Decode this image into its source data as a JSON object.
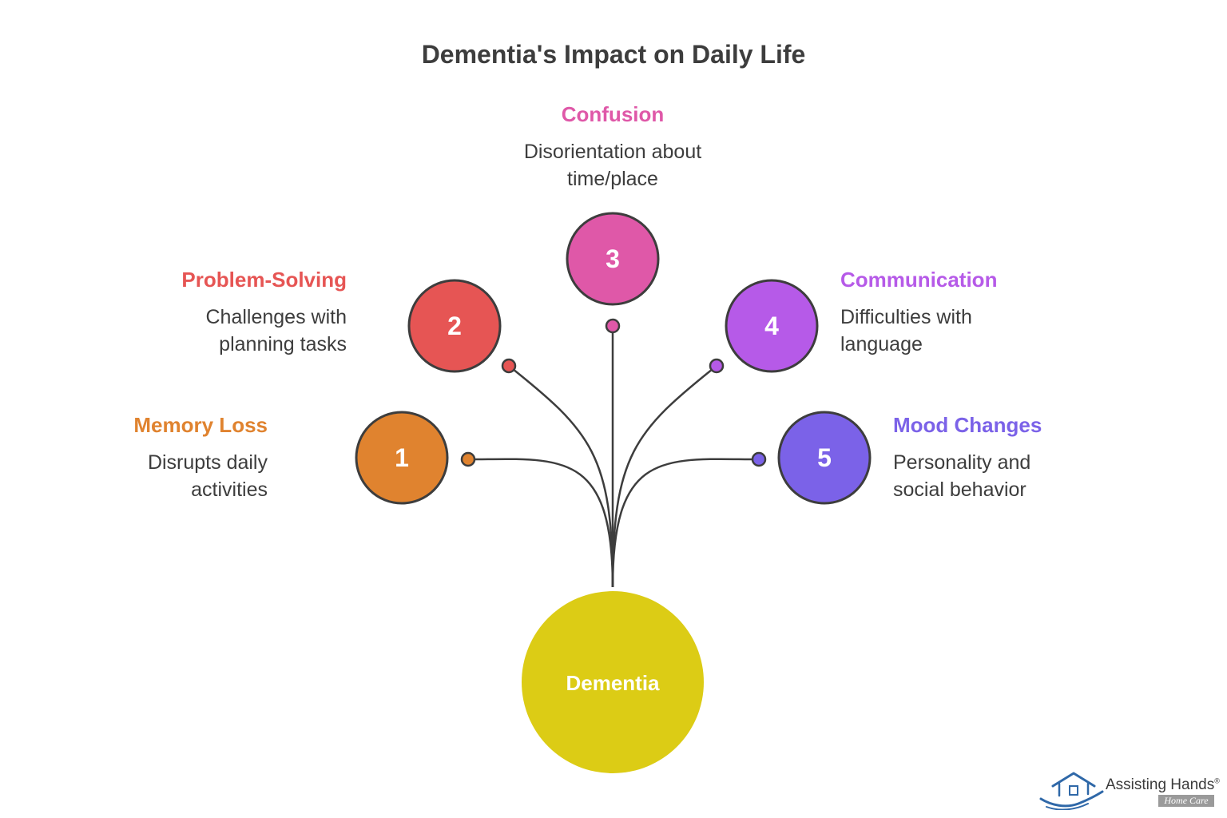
{
  "title": "Dementia's Impact on Daily Life",
  "center": {
    "label": "Dementia",
    "color": "#dccc15"
  },
  "items": [
    {
      "number": "1",
      "heading": "Memory Loss",
      "desc1": "Disrupts daily",
      "desc2": "activities",
      "color": "#e0832f"
    },
    {
      "number": "2",
      "heading": "Problem-Solving",
      "desc1": "Challenges with",
      "desc2": "planning tasks",
      "color": "#e65554"
    },
    {
      "number": "3",
      "heading": "Confusion",
      "desc1": "Disorientation about",
      "desc2": "time/place",
      "color": "#df58a8"
    },
    {
      "number": "4",
      "heading": "Communication",
      "desc1": "Difficulties with",
      "desc2": "language",
      "color": "#b65ae8"
    },
    {
      "number": "5",
      "heading": "Mood Changes",
      "desc1": "Personality and",
      "desc2": "social behavior",
      "color": "#7b62e8"
    }
  ],
  "logo": {
    "brand": "Assisting Hands",
    "mark": "®",
    "tagline": "Home Care",
    "icon": "house-hand-icon",
    "color": "#2f68a8"
  }
}
